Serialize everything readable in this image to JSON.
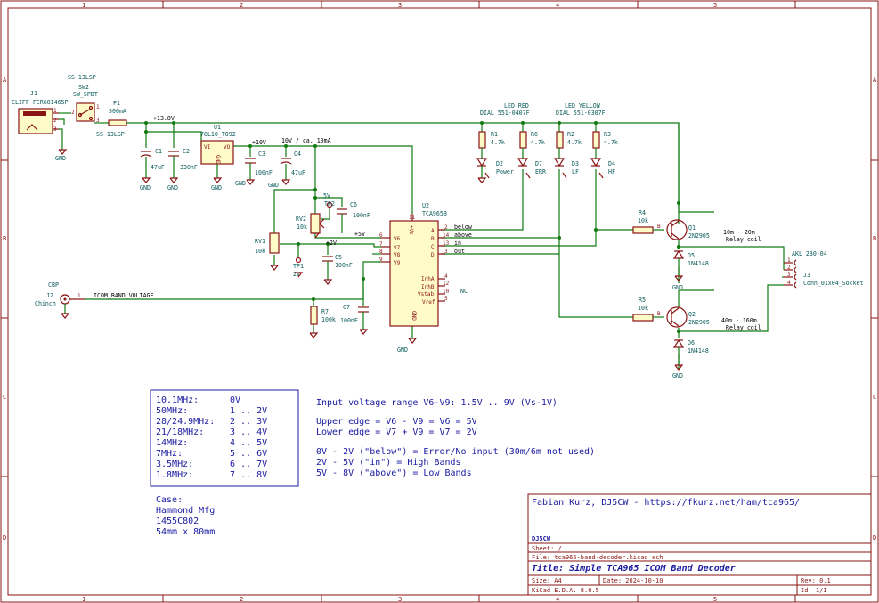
{
  "ruler": {
    "cols": [
      "1",
      "2",
      "3",
      "4",
      "5"
    ],
    "rows": [
      "A",
      "B",
      "C",
      "D"
    ]
  },
  "components": {
    "sw_title": "SS 13LSP",
    "sw2_ref": "SW2",
    "sw2_val": "SW_SPDT",
    "sw_label2": "SS 13LSP",
    "j1_ref": "J1",
    "j1_val": "CLIFF FCR681465P",
    "f1_ref": "F1",
    "f1_val": "500mA",
    "u1_ref": "U1",
    "u1_val": "78L10_TO92",
    "u1_vi": "VI",
    "u1_vo": "VO",
    "u1_gnd": "GND",
    "c1_ref": "C1",
    "c1_val": "47uF",
    "c2_ref": "C2",
    "c2_val": "330nF",
    "c3_ref": "C3",
    "c3_val": "100nF",
    "c4_ref": "C4",
    "c4_val": "47uF",
    "c5_ref": "C5",
    "c5_val": "100nF",
    "c6_ref": "C6",
    "c6_val": "100nF",
    "c7_ref": "C7",
    "c7_val": "100nF",
    "rv1_ref": "RV1",
    "rv1_val": "10k",
    "rv2_ref": "RV2",
    "rv2_val": "10k",
    "r1_ref": "R1",
    "r1_val": "4.7k",
    "r2_ref": "R2",
    "r2_val": "4.7k",
    "r3_ref": "R3",
    "r3_val": "4.7k",
    "r4_ref": "R4",
    "r4_val": "10k",
    "r5_ref": "R5",
    "r5_val": "10k",
    "r6_ref": "R6",
    "r6_val": "4.7k",
    "r7_ref": "R7",
    "r7_val": "100k",
    "d2_ref": "D2",
    "d2_val": "Power",
    "d7_ref": "D7",
    "d7_val": "ERR",
    "d3_ref": "D3",
    "d3_val": "LF",
    "d4_ref": "D4",
    "d4_val": "HF",
    "d5_ref": "D5",
    "d5_val": "1N4148",
    "d6_ref": "D6",
    "d6_val": "1N4148",
    "q1_ref": "Q1",
    "q1_val": "2N2905",
    "q2_ref": "Q2",
    "q2_val": "2N2905",
    "tp1_ref": "TP1",
    "tp1_val": "2V",
    "tp2_ref": "TP2",
    "tp2_val": "5V",
    "u2_ref": "U2",
    "u2_val": "TCA965B",
    "j2_ref": "J2",
    "j2_val": "Chinch",
    "j2_title": "CBP",
    "j3_ref": "J3",
    "j3_val": "Conn_01x04_Socket",
    "j3_title": "AKL 230-04",
    "led_red": "LED RED",
    "led_red_p": "DIAL 551-0407F",
    "led_yellow": "LED YELLOW",
    "led_yellow_p": "DIAL 551-0307F",
    "nc": "NC",
    "gnd": "GND",
    "b_label": "B"
  },
  "u2_pins": {
    "vs": "+Vs",
    "a": "A",
    "b": "B",
    "c": "C",
    "d": "D",
    "v6": "V6",
    "v7": "V7",
    "v8": "V8",
    "v9": "V9",
    "inha": "InhA",
    "inhb": "InhB",
    "vstab": "Vstab",
    "vref": "Vref",
    "gndp": "GND"
  },
  "nets": {
    "v138": "+13.8V",
    "v10": "+10V",
    "v10_note": "10V / ca. 10mA",
    "v5": "+5V",
    "v2": "+2V",
    "below": "below",
    "above": "above",
    "in": "in",
    "out": "out",
    "icom": "ICOM_BAND_VOLTAGE",
    "relay1": "10m - 20m",
    "relay1b": "Relay coil",
    "relay2": "40m - 160m",
    "relay2b": "Relay coil"
  },
  "band_table": [
    {
      "band": "10.1MHz:",
      "volt": "0V"
    },
    {
      "band": "50MHz:",
      "volt": "1 .. 2V"
    },
    {
      "band": "28/24.9MHz:",
      "volt": "2 .. 3V"
    },
    {
      "band": "21/18MHz:",
      "volt": "3 .. 4V"
    },
    {
      "band": "14MHz:",
      "volt": "4 .. 5V"
    },
    {
      "band": "7MHz:",
      "volt": "5 .. 6V"
    },
    {
      "band": "3.5MHz:",
      "volt": "6 .. 7V"
    },
    {
      "band": "1.8MHz:",
      "volt": "7 .. 8V"
    }
  ],
  "notes": {
    "range": "Input voltage range V6-V9: 1.5V .. 9V (Vs-1V)",
    "upper": "Upper edge = V6 - V9 = V6 = 5V",
    "lower": "Lower edge = V7 + V9 = V7 = 2V",
    "l1": "0V - 2V (\"below\") = Error/No input (30m/6m not used)",
    "l2": "2V - 5V (\"in\") = High Bands",
    "l3": "5V - 8V (\"above\") = Low Bands",
    "case1": "Case:",
    "case2": "Hammond Mfg",
    "case3": "1455C802",
    "case4": "54mm x 80mm"
  },
  "title_block": {
    "author": "Fabian Kurz, DJ5CW - https://fkurz.net/ham/tca965/",
    "company": "DJ5CW",
    "sheet": "Sheet: /",
    "file": "File: tca965-band-decoder.kicad_sch",
    "title": "Title: Simple TCA965 ICOM Band Decoder",
    "size": "Size: A4",
    "date": "Date: 2024-10-10",
    "rev": "Rev: 0.1",
    "tool": "KiCad E.D.A. 8.0.5",
    "id": "Id: 1/1"
  }
}
